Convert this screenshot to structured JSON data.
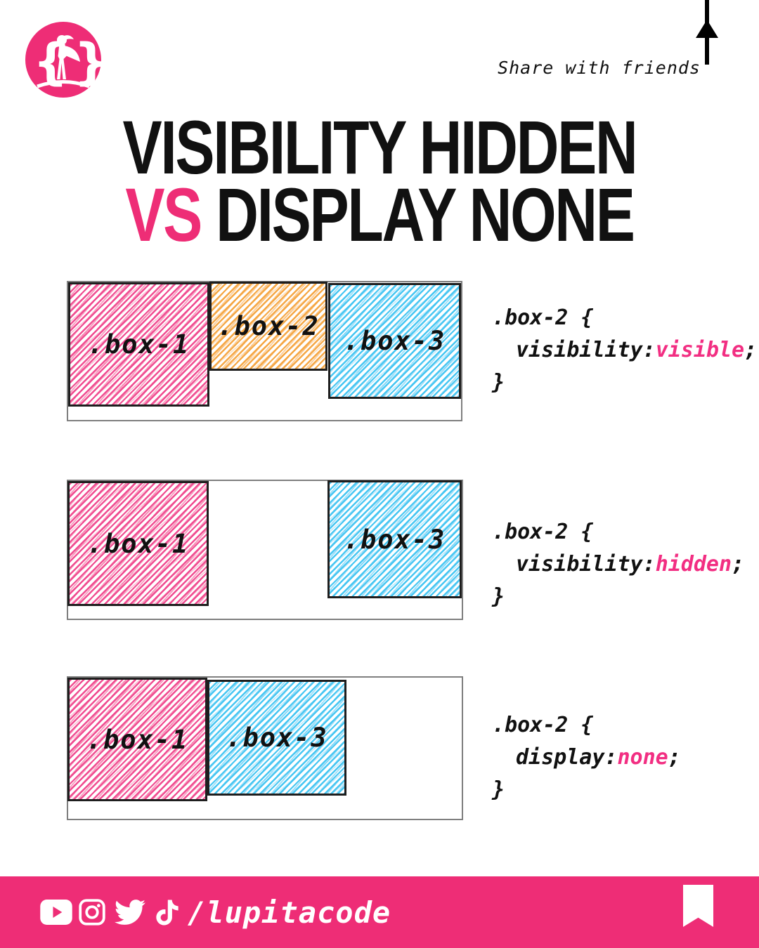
{
  "header": {
    "share_label": "Share with friends",
    "arrow_icon": "up-arrow-icon"
  },
  "logo": {
    "name": "lupitacode-logo",
    "brace_left": "{",
    "brace_right": "}"
  },
  "title": {
    "line1": "VISIBILITY HIDDEN",
    "line2_highlight": "VS",
    "line2_rest": " DISPLAY NONE"
  },
  "rows": [
    {
      "boxes": [
        {
          "label": ".box-1",
          "color": "#F0448C"
        },
        {
          "label": ".box-2",
          "color": "#F5A33C"
        },
        {
          "label": ".box-3",
          "color": "#3EC4F2"
        }
      ],
      "code": {
        "selector": ".box-2 {",
        "property": "visibility:",
        "value": "visible",
        "semicolon": ";",
        "close": "}"
      }
    },
    {
      "boxes": [
        {
          "label": ".box-1",
          "color": "#F0448C"
        },
        {
          "label": ".box-3",
          "color": "#3EC4F2"
        }
      ],
      "code": {
        "selector": ".box-2 {",
        "property": "visibility:",
        "value": "hidden",
        "semicolon": ";",
        "close": "}"
      }
    },
    {
      "boxes": [
        {
          "label": ".box-1",
          "color": "#F0448C"
        },
        {
          "label": ".box-3",
          "color": "#3EC4F2"
        }
      ],
      "code": {
        "selector": ".box-2 {",
        "property": "display:",
        "value": "none",
        "semicolon": ";",
        "close": "}"
      }
    }
  ],
  "footer": {
    "handle": "/lupitacode",
    "icons": [
      "youtube-icon",
      "instagram-icon",
      "twitter-icon",
      "tiktok-icon"
    ],
    "bookmark_icon": "bookmark-icon"
  },
  "colors": {
    "brand_pink": "#EE2D76",
    "code_value_pink": "#F22E82",
    "box_pink": "#F0448C",
    "box_orange": "#F5A33C",
    "box_blue": "#3EC4F2",
    "box_border": "#1E1E1E",
    "container_border": "#7F7F7F",
    "title_black": "#111111",
    "footer_bg": "#EE2D76"
  }
}
